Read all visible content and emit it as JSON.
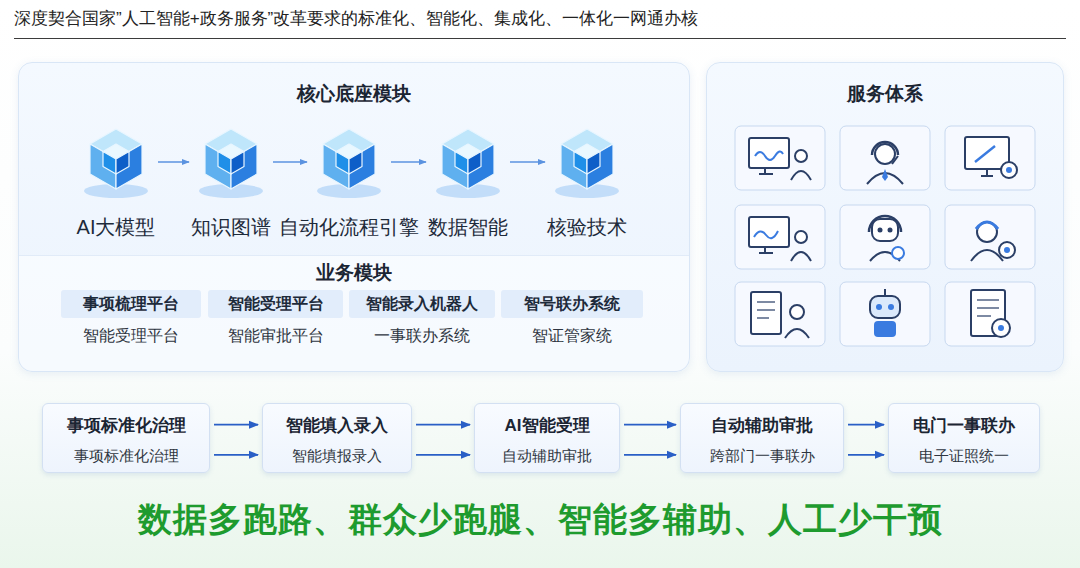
{
  "diagram": {
    "title": "深度契合国家”人工智能+政务服务”改革要求的标准化、智能化、集成化、一体化一网通办核",
    "caption": "数据多跑路、群众少跑腿、智能多辅助、人工少干预",
    "nodes": [
      {
        "text": [
          "核心底座模块"
        ]
      },
      {
        "text": [
          "AI大模型"
        ],
        "in": 0
      },
      {
        "text": [
          "知识图谱"
        ],
        "in": 0
      },
      {
        "text": [
          "自动化流程引擎"
        ],
        "in": 0
      },
      {
        "text": [
          "数据智能"
        ],
        "in": 0
      },
      {
        "text": [
          "核验技术"
        ],
        "in": 0
      },
      {
        "text": [
          "业务模块"
        ],
        "in": 0
      },
      {
        "text": [
          "事项梳理平台",
          "智能受理平台"
        ],
        "in": 6
      },
      {
        "text": [
          "智能受理平台",
          "智能审批平台"
        ],
        "in": 6
      },
      {
        "text": [
          "智能录入机器人",
          "一事联办系统"
        ],
        "in": 6
      },
      {
        "text": [
          "智号联办系统",
          "智证管家统"
        ],
        "in": 6
      },
      {
        "text": [
          "服务体系"
        ]
      },
      {
        "text": [
          "事项标准化治理",
          "事项标准化治理"
        ]
      },
      {
        "text": [
          "智能填入录入",
          "智能填报录入"
        ]
      },
      {
        "text": [
          "AI智能受理",
          "自动辅助审批"
        ]
      },
      {
        "text": [
          "自动辅助审批",
          "跨部门一事联办"
        ]
      },
      {
        "text": [
          "电门一事联办",
          "电子证照统一"
        ]
      }
    ],
    "edges": [
      {
        "from": 1,
        "to": 2,
        "arrow": "to"
      },
      {
        "from": 2,
        "to": 3,
        "arrow": "to"
      },
      {
        "from": 3,
        "to": 4,
        "arrow": "to"
      },
      {
        "from": 4,
        "to": 5,
        "arrow": "to"
      },
      {
        "from": 12,
        "to": 13,
        "arrow": "to"
      },
      {
        "from": 12,
        "to": 13,
        "arrow": "to"
      },
      {
        "from": 13,
        "to": 14,
        "arrow": "to"
      },
      {
        "from": 13,
        "to": 14,
        "arrow": "to"
      },
      {
        "from": 14,
        "to": 15,
        "arrow": "to"
      },
      {
        "from": 14,
        "to": 15,
        "arrow": "to"
      },
      {
        "from": 15,
        "to": 16,
        "arrow": "to"
      },
      {
        "from": 15,
        "to": 16,
        "arrow": "to"
      }
    ]
  }
}
